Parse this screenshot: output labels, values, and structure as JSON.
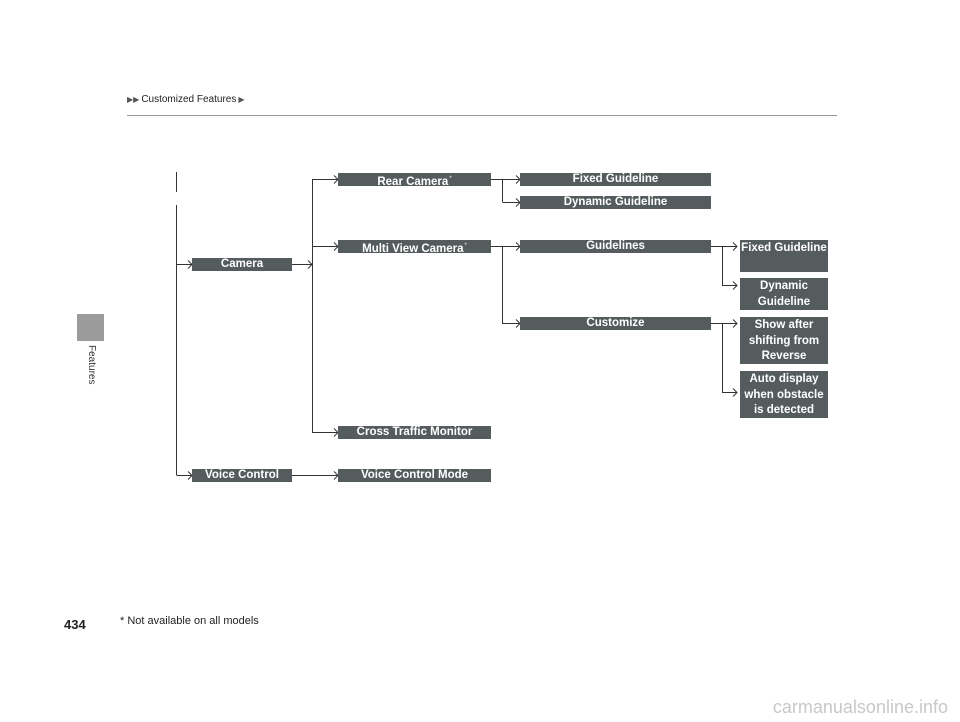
{
  "breadcrumb": {
    "section": "Customized Features"
  },
  "side_tab": {
    "label": "Features"
  },
  "page_number": "434",
  "footnote": "* Not available on all models",
  "tree": {
    "camera": "Camera",
    "rear_camera": "Rear Camera",
    "rear_fixed_guideline": "Fixed Guideline",
    "rear_dynamic_guideline": "Dynamic Guideline",
    "multi_view_camera": "Multi View Camera",
    "guidelines": "Guidelines",
    "fixed_guideline": "Fixed Guideline",
    "dynamic_guideline": "Dynamic Guideline",
    "customize": "Customize",
    "show_after_reverse": "Show after shifting from Reverse",
    "auto_display_obstacle": "Auto display when obstacle is detected",
    "cross_traffic_monitor": "Cross Traffic Monitor",
    "voice_control": "Voice Control",
    "voice_control_mode": "Voice Control Mode",
    "footnote_marker": "*"
  },
  "watermark": "carmanualsonline.info"
}
